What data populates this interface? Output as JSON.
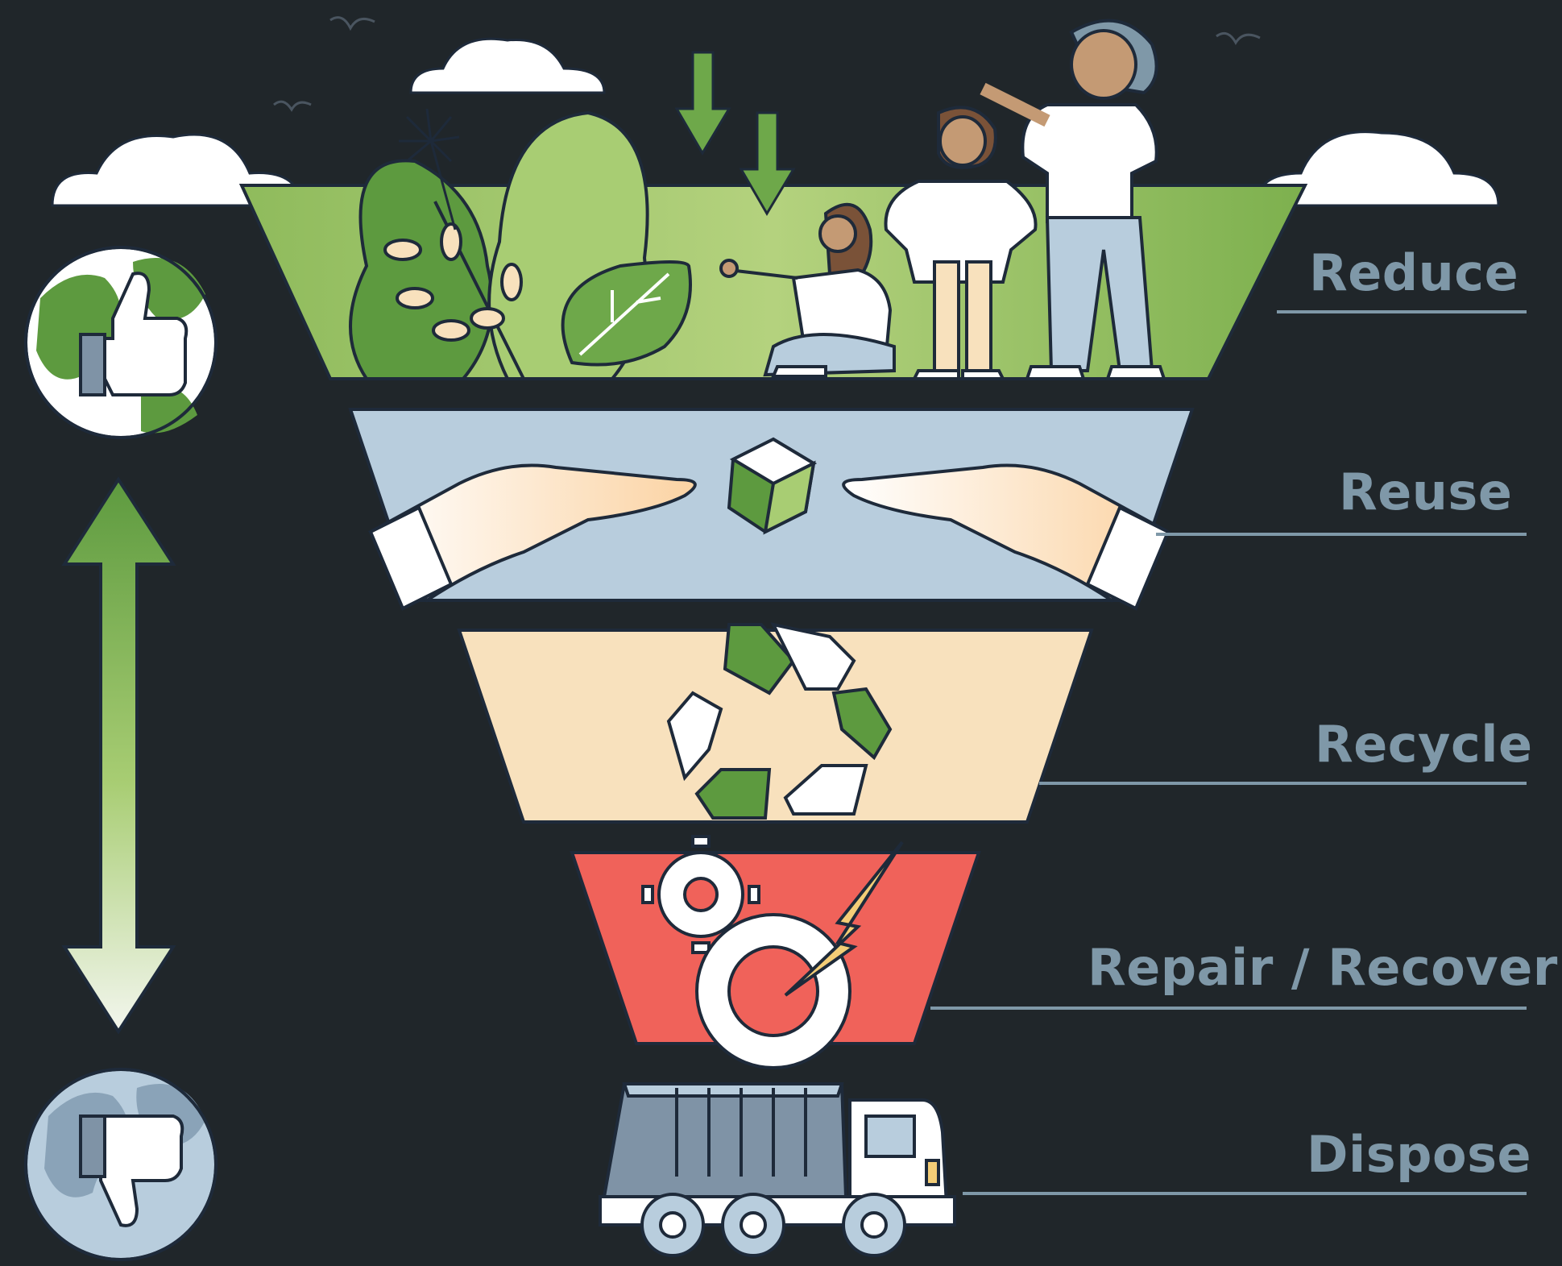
{
  "diagram": {
    "levels": [
      {
        "label": "Reduce",
        "fill": "#9cc36a",
        "icon": "people-plants-icon"
      },
      {
        "label": "Reuse",
        "fill": "#b8cddd",
        "icon": "hands-cube-icon"
      },
      {
        "label": "Recycle",
        "fill": "#f8e1bd",
        "icon": "recycle-icon"
      },
      {
        "label": "Repair / Recover",
        "fill": "#f0625a",
        "icon": "gears-lightning-icon"
      },
      {
        "label": "Dispose",
        "fill": "#7f93a6",
        "icon": "garbage-truck-icon"
      }
    ],
    "top_badge": {
      "icon": "globe-thumbs-up-icon"
    },
    "bottom_badge": {
      "icon": "globe-thumbs-down-icon"
    },
    "scale_arrow": {
      "icon": "double-arrow-icon"
    }
  },
  "colors": {
    "background": "#20262a",
    "label_text": "#7f98a8",
    "label_rule": "#7f98a8",
    "green": "#5d9a3f",
    "light_green": "#a8cd73",
    "blue": "#b8cddd",
    "cream": "#f8e1bd",
    "red": "#f0625a",
    "outline": "#1e2a3a"
  }
}
